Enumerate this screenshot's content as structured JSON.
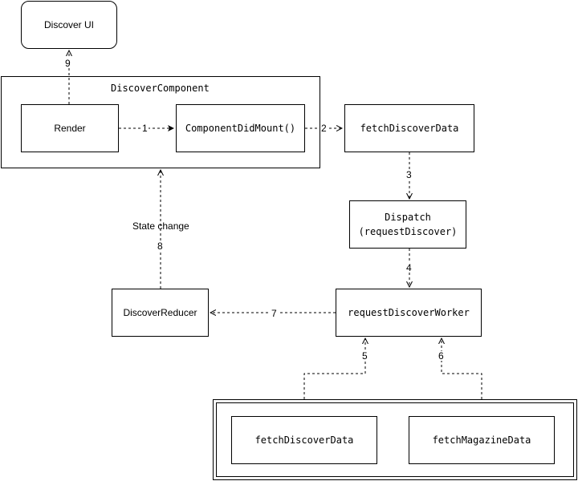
{
  "nodes": {
    "discover_ui": "Discover UI",
    "discover_component": "DiscoverComponent",
    "render": "Render",
    "component_did_mount": "ComponentDidMount()",
    "fetch_discover_data_top": "fetchDiscoverData",
    "dispatch": "Dispatch\n(requestDiscover)",
    "request_discover_worker": "requestDiscoverWorker",
    "discover_reducer": "DiscoverReducer",
    "fetch_discover_data_bottom": "fetchDiscoverData",
    "fetch_magazine_data": "fetchMagazineData"
  },
  "edges": {
    "e1": "1",
    "e2": "2",
    "e3": "3",
    "e4": "4",
    "e5": "5",
    "e6": "6",
    "e7": "7",
    "e8": "8",
    "e8_note": "State change",
    "e9": "9"
  }
}
